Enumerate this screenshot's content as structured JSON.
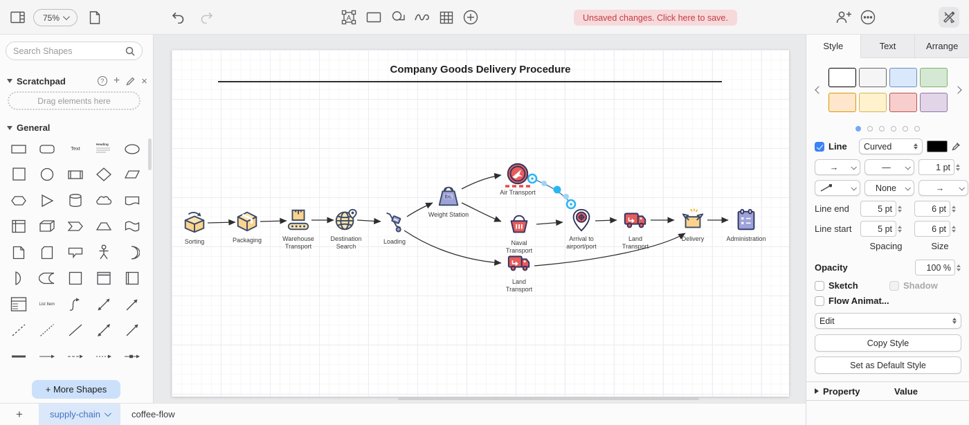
{
  "icons": {
    "text_tool_glyph": "A",
    "arrow": "→",
    "dash": "—",
    "help_glyph": "?",
    "plus_glyph": "+",
    "close_glyph": "×"
  },
  "toolbar": {
    "zoom_value": "75%",
    "unsaved_notice": "Unsaved changes. Click here to save."
  },
  "sidebar": {
    "search_placeholder": "Search Shapes",
    "scratchpad_title": "Scratchpad",
    "scratchpad_hint": "Drag elements here",
    "general_title": "General",
    "shape_labels": {
      "text": "Text",
      "heading": "Heading",
      "list_item": "List Item"
    },
    "more_shapes_label": "+ More Shapes"
  },
  "canvas": {
    "title": "Company Goods Delivery Procedure",
    "weight_unit": "lbs.",
    "nodes": [
      {
        "label": "Sorting"
      },
      {
        "label": "Packaging"
      },
      {
        "label": "Warehouse Transport"
      },
      {
        "label": "Destination Search"
      },
      {
        "label": "Loading"
      },
      {
        "label": "Weight Station"
      },
      {
        "label": "Air Transport"
      },
      {
        "label": "Naval Transport"
      },
      {
        "label": "Land Transport"
      },
      {
        "label": "Arrival to airport/port"
      },
      {
        "label": "Land Transport"
      },
      {
        "label": "Delivery"
      },
      {
        "label": "Administration"
      }
    ]
  },
  "format_panel": {
    "tabs": [
      "Style",
      "Text",
      "Arrange"
    ],
    "active_tab": "Style",
    "accent_color": "#3b82f6",
    "swatches": [
      {
        "fill": "#FFFFFF",
        "stroke": "#000000"
      },
      {
        "fill": "#F5F5F5",
        "stroke": "#666666"
      },
      {
        "fill": "#DAE8FC",
        "stroke": "#6C8EBF"
      },
      {
        "fill": "#D5E8D4",
        "stroke": "#82B366"
      },
      {
        "fill": "#FFE6CC",
        "stroke": "#D79B00"
      },
      {
        "fill": "#FFF2CC",
        "stroke": "#D6B656"
      },
      {
        "fill": "#F8CECC",
        "stroke": "#B85450"
      },
      {
        "fill": "#E1D5E7",
        "stroke": "#9673A6"
      }
    ],
    "line_label": "Line",
    "line_style": "Curved",
    "line_width": "1 pt",
    "waypoints_value": "None",
    "line_end_label": "Line end",
    "line_start_label": "Line start",
    "line_end_spacing": "5 pt",
    "line_end_size": "6 pt",
    "line_start_spacing": "5 pt",
    "line_start_size": "6 pt",
    "spacing_label": "Spacing",
    "size_label": "Size",
    "opacity_label": "Opacity",
    "opacity_value": "100 %",
    "sketch_label": "Sketch",
    "shadow_label": "Shadow",
    "flow_label": "Flow Animat...",
    "edit_label": "Edit",
    "copy_style_label": "Copy Style",
    "default_style_label": "Set as Default Style",
    "property_label": "Property",
    "value_label": "Value"
  },
  "page_tabs": {
    "add_label": "+",
    "tabs": [
      {
        "label": "supply-chain",
        "active": true
      },
      {
        "label": "coffee-flow",
        "active": false
      }
    ]
  }
}
